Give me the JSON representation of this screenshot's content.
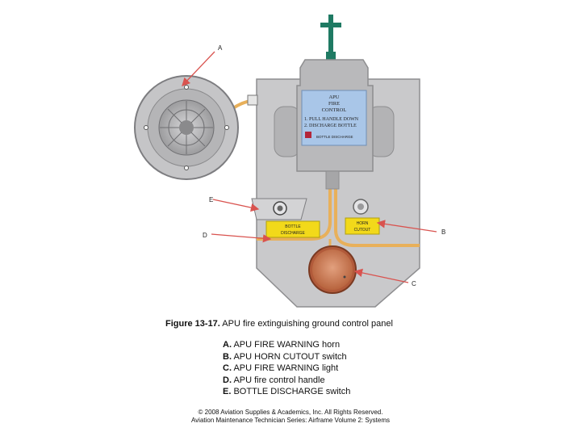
{
  "panel": {
    "control_box_lines": [
      "APU",
      "FIRE",
      "CONTROL",
      "1.  PULL HANDLE DOWN",
      "2.  DISCHARGE BOTTLE"
    ],
    "control_box_bottom": "BOTTLE DISCHARGE",
    "bottle_discharge_plate": [
      "BOTTLE",
      "DISCHARGE"
    ],
    "horn_cutout_plate": [
      "HORN",
      "CUTOUT"
    ]
  },
  "callouts": {
    "a": "A",
    "b": "B",
    "c": "C",
    "d": "D",
    "e": "E"
  },
  "caption": {
    "label": "Figure 13-17.",
    "text": " APU fire extinguishing ground control panel"
  },
  "legend": [
    {
      "key": "A.",
      "text": " APU FIRE WARNING horn"
    },
    {
      "key": "B.",
      "text": " APU HORN CUTOUT switch"
    },
    {
      "key": "C.",
      "text": " APU FIRE WARNING light"
    },
    {
      "key": "D.",
      "text": " APU fire control handle"
    },
    {
      "key": "E.",
      "text": " BOTTLE DISCHARGE switch"
    }
  ],
  "copyright": {
    "line1": "© 2008 Aviation Supplies & Academics, Inc. All Rights Reserved.",
    "line2": "Aviation Maintenance Technician Series: Airframe Volume 2: Systems"
  },
  "colors": {
    "panel": "#c9c9cb",
    "control_box": "#b9b9bb",
    "label_blue": "#a9c6e8",
    "handle_green": "#1f7a63",
    "tube_orange": "#e8b05a",
    "plate_yellow": "#f2d91a",
    "light_copper": "#c8785a",
    "arrow_red": "#d9534f"
  }
}
